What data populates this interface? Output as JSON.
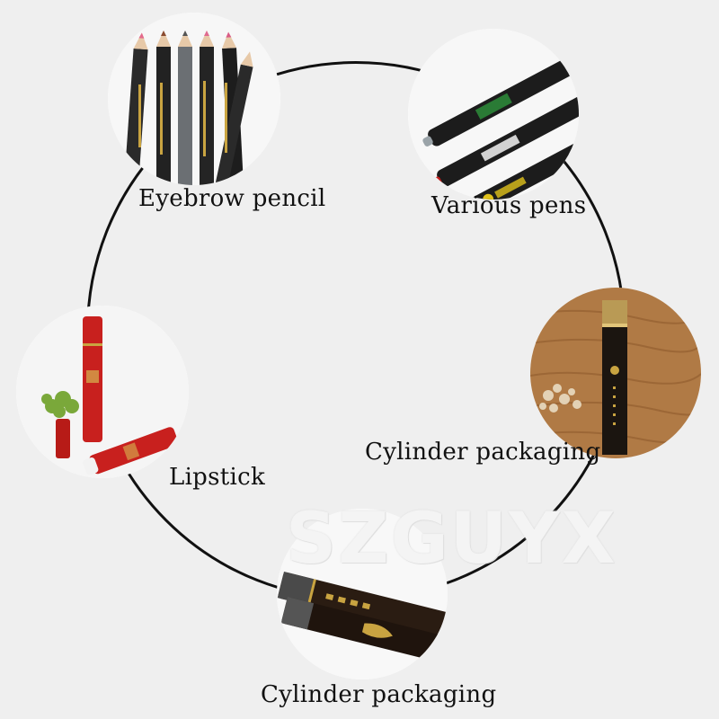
{
  "labels": {
    "eyebrow": "Eyebrow pencil",
    "pens": "Various pens",
    "cylinder_right": "Cylinder packaging",
    "lipstick": "Lipstick",
    "cylinder_bottom": "Cylinder packaging"
  },
  "watermark": "SZGUYX",
  "colors": {
    "background": "#efefef",
    "ring": "#111111",
    "wood": "#b07a45",
    "lipstick_red": "#c8201e",
    "tube_black": "#1b1510",
    "gold": "#c9a441"
  }
}
